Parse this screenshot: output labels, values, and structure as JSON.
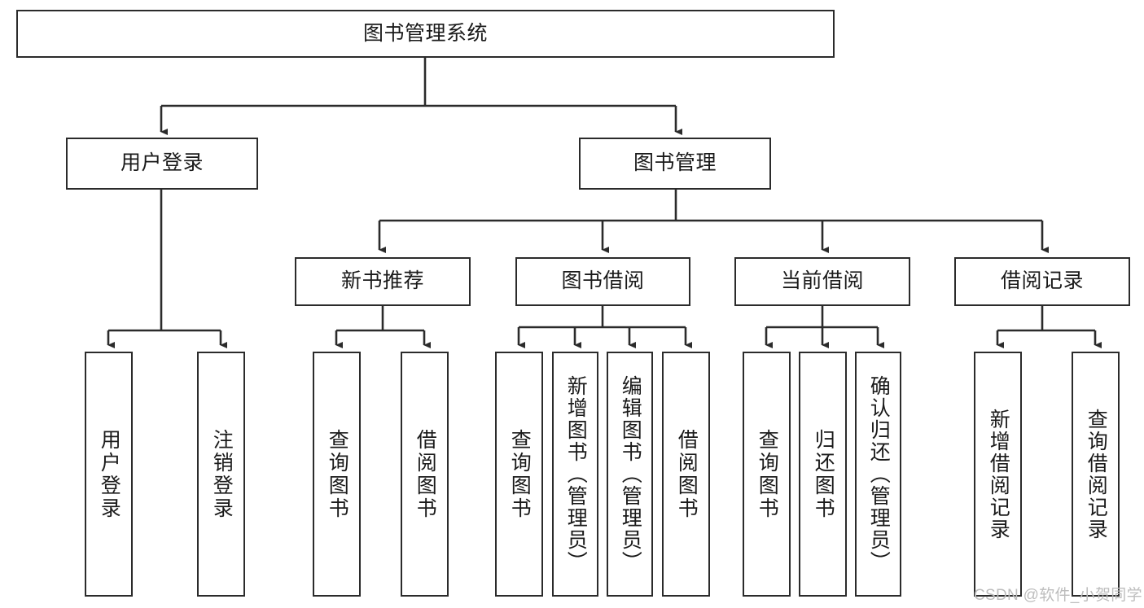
{
  "diagram": {
    "title": "图书管理系统",
    "type": "tree-hierarchy",
    "colors": {
      "stroke": "#2b2b2b",
      "fill": "#ffffff",
      "text": "#1a1a1a",
      "watermark": "#bdbdbd"
    },
    "root": {
      "label": "图书管理系统"
    },
    "level2": [
      {
        "label": "用户登录"
      },
      {
        "label": "图书管理"
      }
    ],
    "level3": [
      {
        "label": "新书推荐"
      },
      {
        "label": "图书借阅"
      },
      {
        "label": "当前借阅"
      },
      {
        "label": "借阅记录"
      }
    ],
    "leaves": {
      "user_login": [
        {
          "label": "用户登录"
        },
        {
          "label": "注销登录"
        }
      ],
      "new_book_recommend": [
        {
          "label": "查询图书"
        },
        {
          "label": "借阅图书"
        }
      ],
      "book_borrow": [
        {
          "label": "查询图书"
        },
        {
          "label": "新增图书（管理员）"
        },
        {
          "label": "编辑图书（管理员）"
        },
        {
          "label": "借阅图书"
        }
      ],
      "current_borrow": [
        {
          "label": "查询图书"
        },
        {
          "label": "归还图书"
        },
        {
          "label": "确认归还（管理员）"
        }
      ],
      "borrow_record": [
        {
          "label": "新增借阅记录"
        },
        {
          "label": "查询借阅记录"
        }
      ]
    }
  },
  "watermark": {
    "text": "CSDN @软件_小贺同学"
  }
}
